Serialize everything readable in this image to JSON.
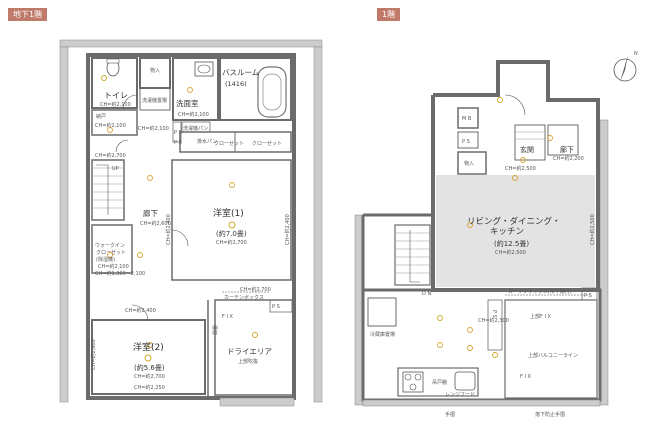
{
  "basement": {
    "tag": "地下1階",
    "toilet": "トイレ",
    "toilet_ch": "CH=約2,100",
    "storage_top": "物入",
    "washer_space": "洗濯機置場",
    "powder_room": "洗面室",
    "powder_ch": "CH=約2,100",
    "bathroom": "バスルーム",
    "bathroom_size": "(1416)",
    "nando": "納戸",
    "nando_ch": "CH=約2,100",
    "hall_ch_top": "CH=約2,100",
    "stairs_ch": "CH=約2,700",
    "up_label": "UP",
    "ps1": "P S",
    "ps2": "P S",
    "washer_pan": "洗濯機パン",
    "drain_pan": "排水パン",
    "closet1": "クローゼット",
    "closet2": "クローゼット",
    "corridor": "廊下",
    "corridor_ch": "CH=約2,600",
    "room1": "洋室(1)",
    "room1_size": "(約7.0畳)",
    "room1_ch": "CH=約2,700",
    "room1_side_ch": "CH=約2,400",
    "wic_1": "ウォークイン",
    "wic_2": "クローゼット",
    "wic_3": "(除湿機)",
    "wic_ch1": "CH=約2,100",
    "wic_ch2": "CH=約1,300～2,100",
    "wic_ch3": "CH=約2,400",
    "curtain_box": "カーテンボックス",
    "room1_low_ch": "CH=約2,700",
    "ps3": "P S",
    "fix": "F I X",
    "corridor_bottom_ch": "CH=約2,400",
    "room2": "洋室(2)",
    "room2_size": "(約5.6畳)",
    "room2_ch": "CH=約2,700",
    "room2_side_ch": "CH=約2,600",
    "room2_bottom_ch": "CH=約2,250",
    "dry_area": "ドライエリア",
    "dry_area_sub": "上部吹抜",
    "window_label": "腰窓"
  },
  "first": {
    "tag": "1階",
    "mb": "M B",
    "ps_top": "P S",
    "storage": "物入",
    "entrance": "玄関",
    "corridor": "廊下",
    "corridor_ch": "CH=約2,200",
    "entrance_ch": "CH=約2,500",
    "ldk_1": "リビング・ダイニング・",
    "ldk_2": "キッチン",
    "ldk_size": "(約12.5畳)",
    "ldk_ch": "CH=約2,500",
    "side_ch": "CH=約2,500",
    "dn_label": "D N",
    "curtain_box": "カーテンボックス(吊下棚付)",
    "ps_right": "P S",
    "ps_mid": "P S",
    "fridge": "冷蔵庫置場",
    "kitchen_ch": "CH=約2,300",
    "upper_fix": "上部F I X",
    "upper_label": "上部バルコニーライン",
    "hanging_cab": "吊戸棚",
    "fix_window": "F I X",
    "range_hood": "レンジフード",
    "railing": "手摺",
    "bottom_label": "落下防止手摺",
    "compass": "N"
  },
  "colors": {
    "accent": "#c07a6a",
    "wall": "#777777",
    "highlight": "#e3e3e3",
    "light": "#d4a52a"
  }
}
